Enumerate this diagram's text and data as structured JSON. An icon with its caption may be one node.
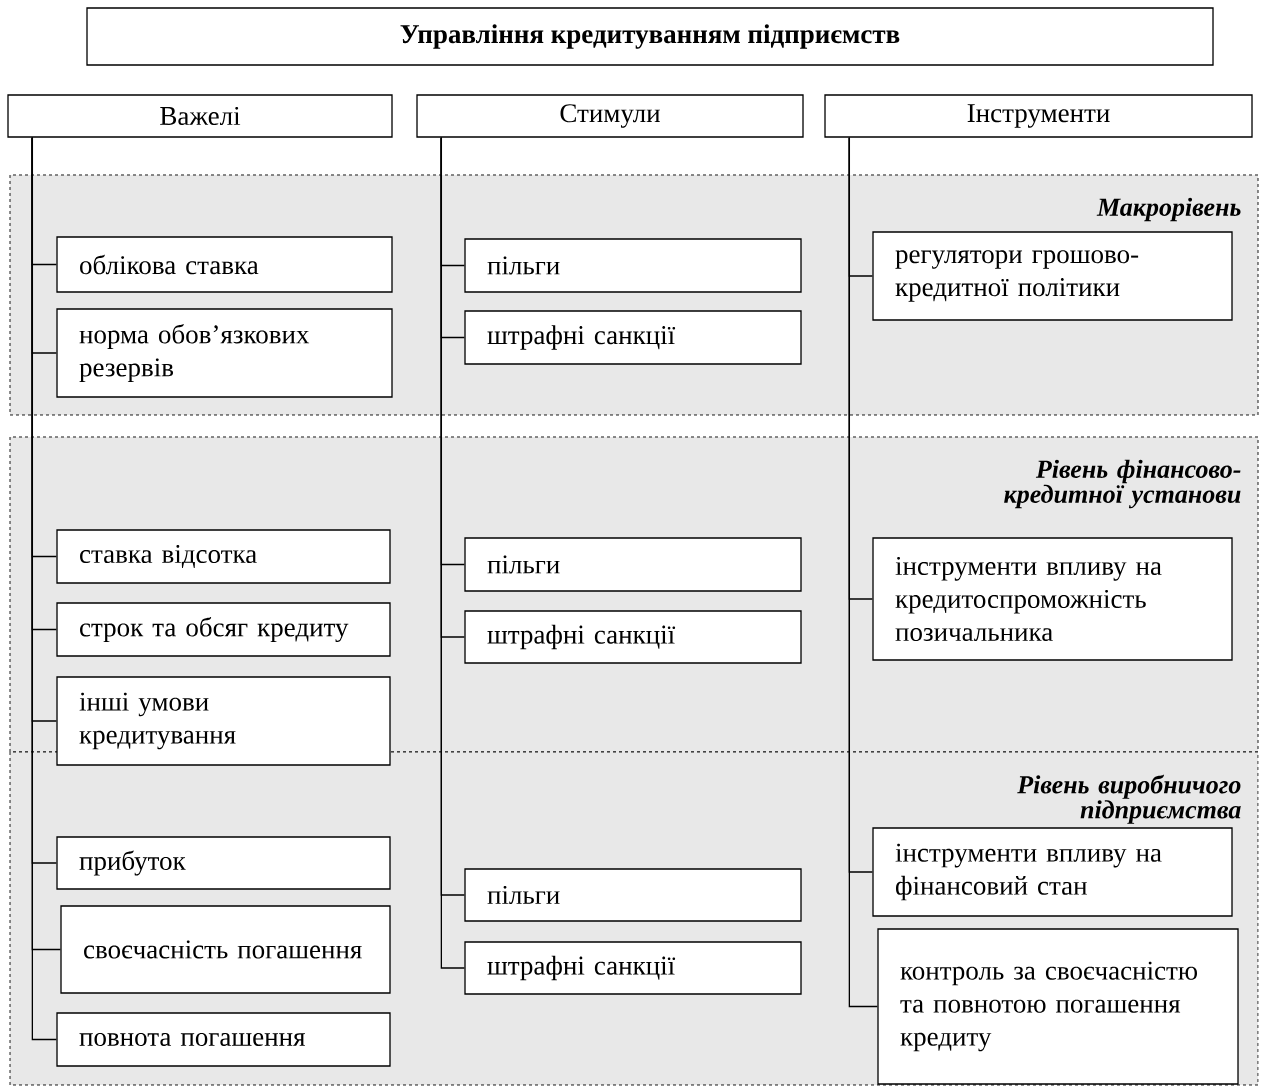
{
  "diagram": {
    "nodes": [
      {
        "text": [
          "Управління кредитуванням підприємств"
        ]
      },
      {
        "text": [
          "Важелі"
        ]
      },
      {
        "text": [
          "Стимули"
        ]
      },
      {
        "text": [
          "Інструменти"
        ]
      },
      {
        "text": [
          "Макрорівень"
        ]
      },
      {
        "text": [
          "облікова ставка"
        ],
        "in": 4
      },
      {
        "text": [
          "норма обов’язкових резервів"
        ],
        "in": 4
      },
      {
        "text": [
          "пільги"
        ],
        "in": 4
      },
      {
        "text": [
          "штрафні санкції"
        ],
        "in": 4
      },
      {
        "text": [
          "регулятори грошово-кредитної політики"
        ],
        "in": 4
      },
      {
        "text": [
          "Рівень фінансово-кредитної установи"
        ]
      },
      {
        "text": [
          "ставка відсотка"
        ],
        "in": 10
      },
      {
        "text": [
          "строк та обсяг кредиту"
        ],
        "in": 10
      },
      {
        "text": [
          "інші умови кредитування"
        ]
      },
      {
        "text": [
          "пільги"
        ],
        "in": 10
      },
      {
        "text": [
          "штрафні санкції"
        ],
        "in": 10
      },
      {
        "text": [
          "інструменти впливу на кредитоспроможність позичальника"
        ],
        "in": 10
      },
      {
        "text": [
          "Рівень виробничого підприємства"
        ]
      },
      {
        "text": [
          "прибуток"
        ],
        "in": 17
      },
      {
        "text": [
          "своєчасність погашення"
        ],
        "in": 17
      },
      {
        "text": [
          "повнота погашення"
        ],
        "in": 17
      },
      {
        "text": [
          "пільги"
        ],
        "in": 17
      },
      {
        "text": [
          "штрафні санкції"
        ],
        "in": 17
      },
      {
        "text": [
          "інструменти впливу на фінансовий стан"
        ],
        "in": 17
      },
      {
        "text": [
          "контроль за своєчасністю та повнотою погашення кредиту"
        ],
        "in": 17
      }
    ],
    "edges": [
      {
        "from": 1,
        "to": 5,
        "arrow": "none"
      },
      {
        "from": 1,
        "to": 6,
        "arrow": "none"
      },
      {
        "from": 1,
        "to": 11,
        "arrow": "none"
      },
      {
        "from": 1,
        "to": 12,
        "arrow": "none"
      },
      {
        "from": 1,
        "to": 13,
        "arrow": "none"
      },
      {
        "from": 1,
        "to": 18,
        "arrow": "none"
      },
      {
        "from": 1,
        "to": 19,
        "arrow": "none"
      },
      {
        "from": 1,
        "to": 20,
        "arrow": "none"
      },
      {
        "from": 2,
        "to": 7,
        "arrow": "none"
      },
      {
        "from": 2,
        "to": 8,
        "arrow": "none"
      },
      {
        "from": 2,
        "to": 14,
        "arrow": "none"
      },
      {
        "from": 2,
        "to": 15,
        "arrow": "none"
      },
      {
        "from": 2,
        "to": 21,
        "arrow": "none"
      },
      {
        "from": 2,
        "to": 22,
        "arrow": "none"
      },
      {
        "from": 3,
        "to": 9,
        "arrow": "none"
      },
      {
        "from": 3,
        "to": 16,
        "arrow": "none"
      },
      {
        "from": 3,
        "to": 23,
        "arrow": "none"
      },
      {
        "from": 3,
        "to": 24,
        "arrow": "none"
      }
    ]
  }
}
